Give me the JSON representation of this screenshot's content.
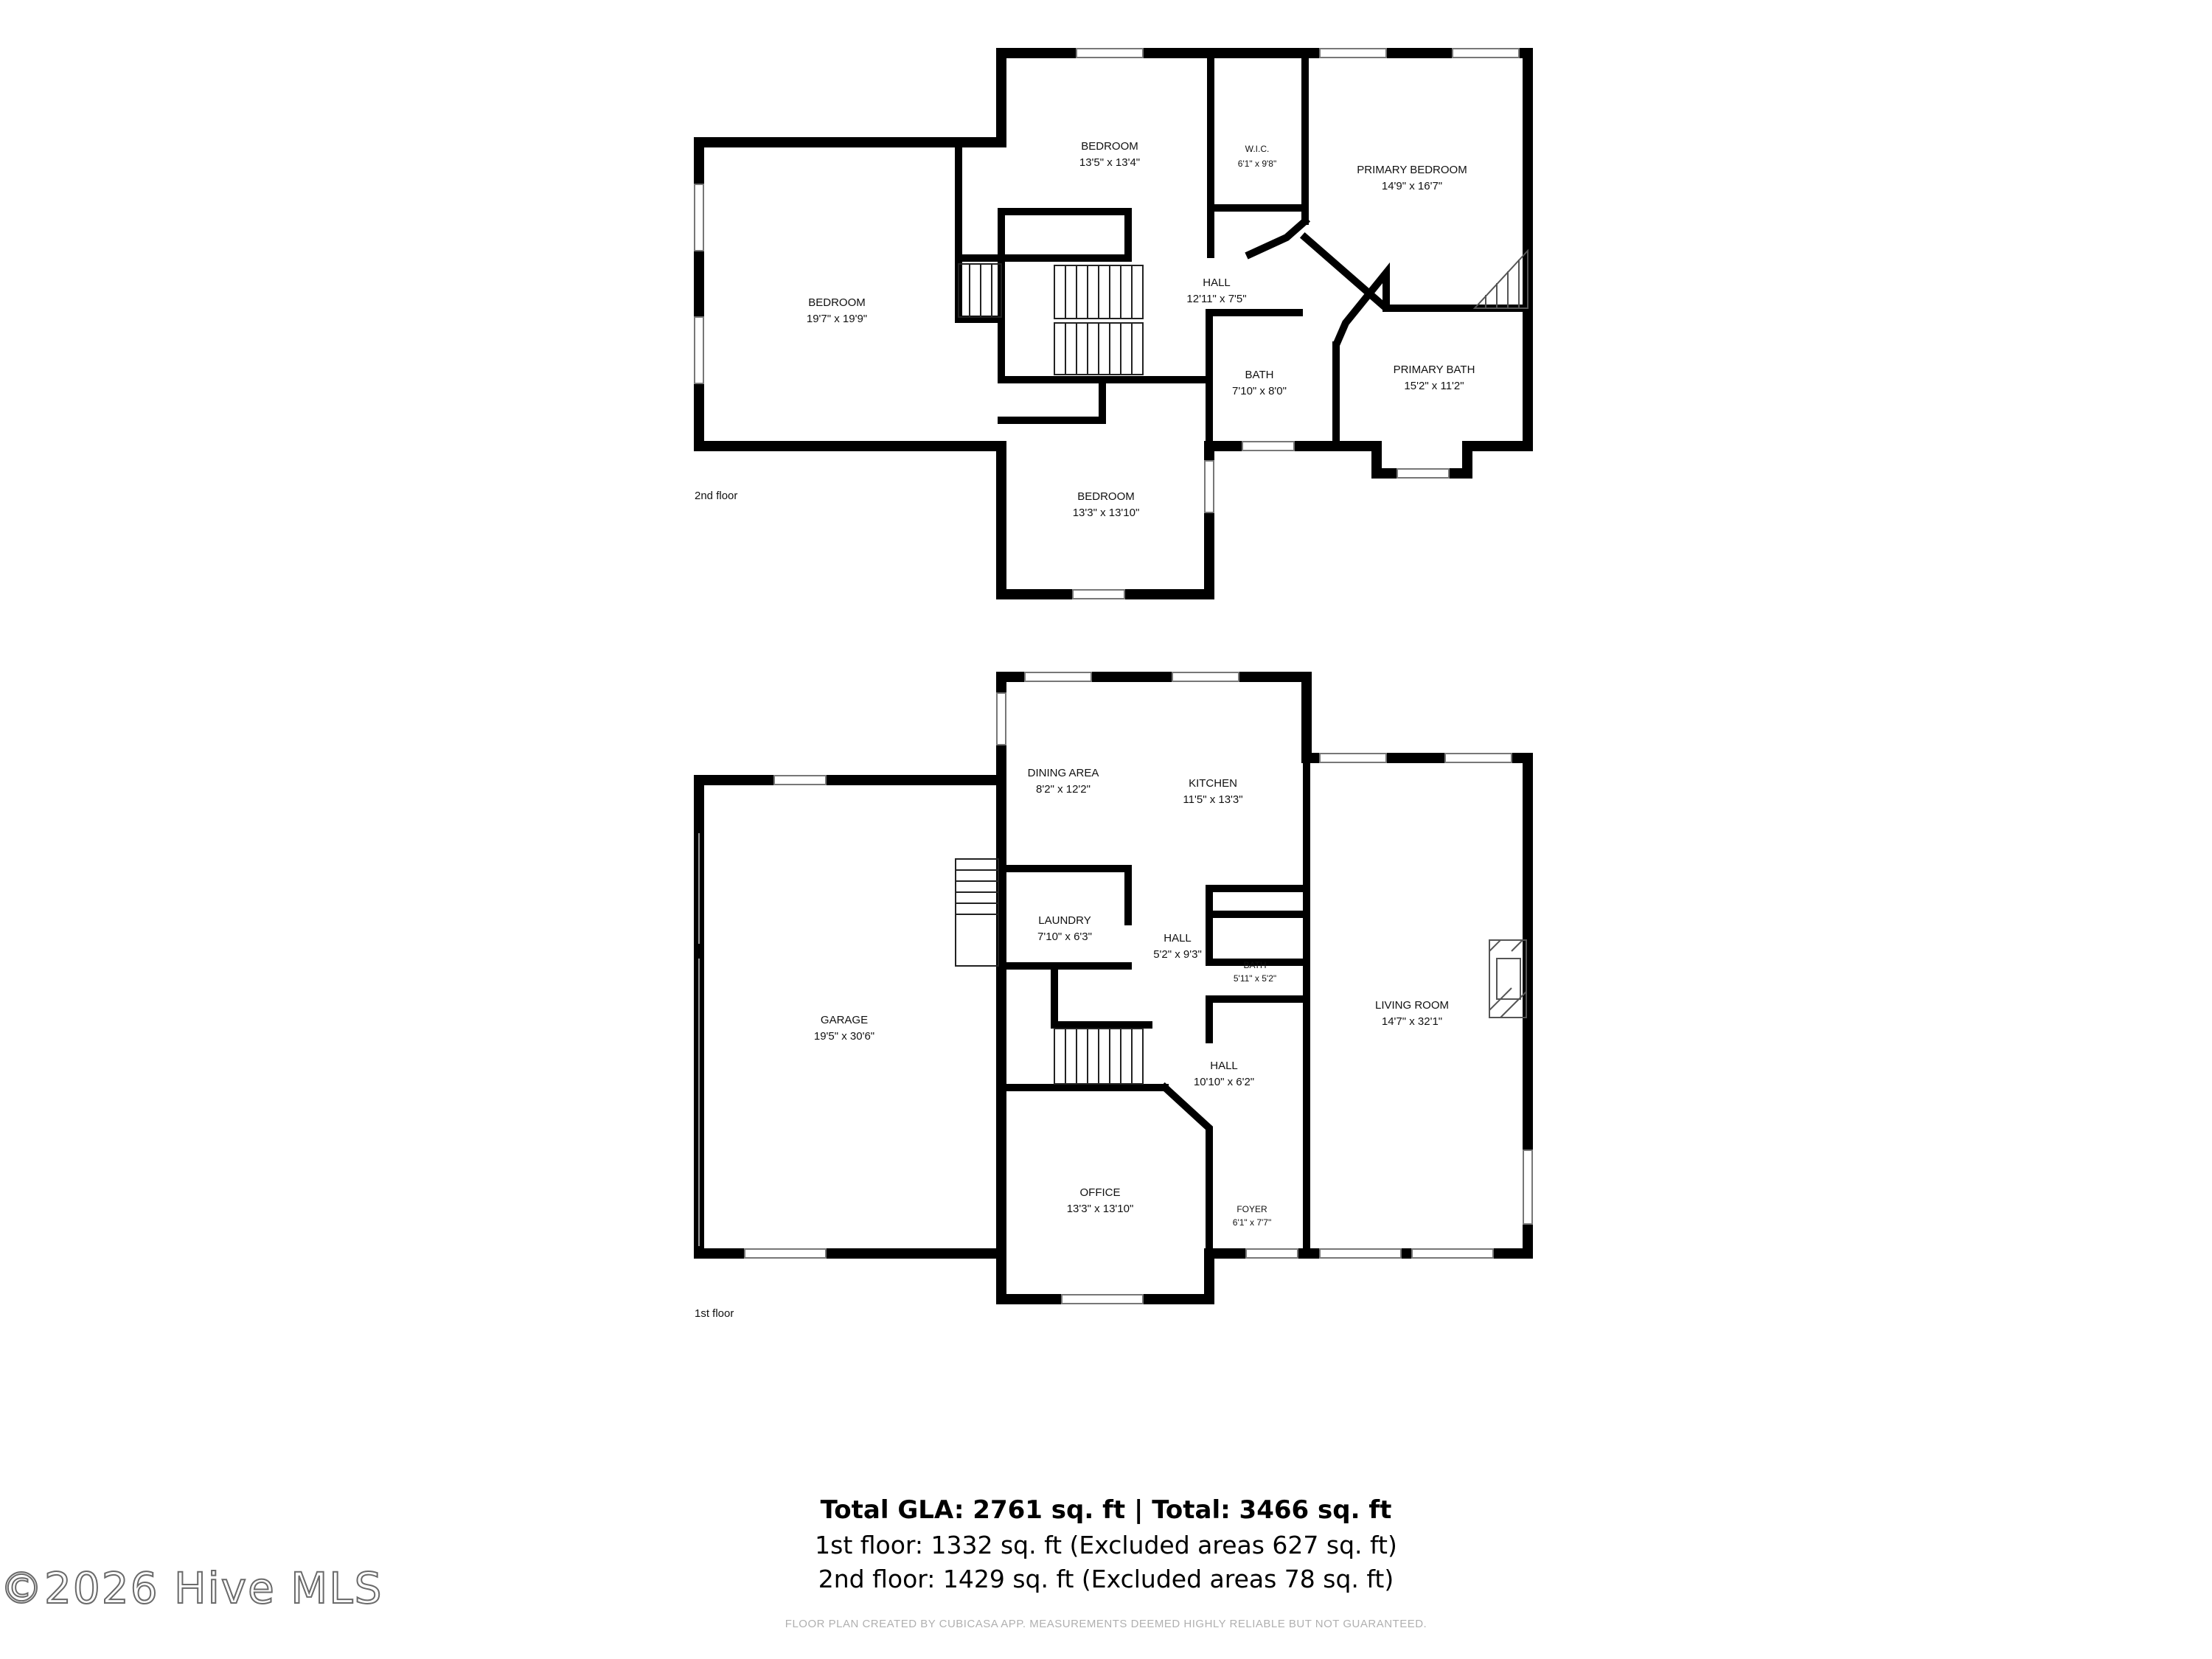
{
  "floors": [
    {
      "label": "2nd floor",
      "rooms": [
        {
          "id": "bedroom-3",
          "name": "BEDROOM",
          "dims": "13'5\" x 13'4\""
        },
        {
          "id": "bedroom-4",
          "name": "BEDROOM",
          "dims": "19'7\" x 19'9\""
        },
        {
          "id": "wic",
          "name": "W.I.C.",
          "dims": "6'1\" x 9'8\""
        },
        {
          "id": "primary-bedroom",
          "name": "PRIMARY BEDROOM",
          "dims": "14'9\" x 16'7\""
        },
        {
          "id": "hall-2",
          "name": "HALL",
          "dims": "12'11\" x 7'5\""
        },
        {
          "id": "bath-2",
          "name": "BATH",
          "dims": "7'10\" x 8'0\""
        },
        {
          "id": "primary-bath",
          "name": "PRIMARY BATH",
          "dims": "15'2\" x 11'2\""
        },
        {
          "id": "bedroom-2",
          "name": "BEDROOM",
          "dims": "13'3\" x 13'10\""
        }
      ]
    },
    {
      "label": "1st floor",
      "rooms": [
        {
          "id": "dining",
          "name": "DINING AREA",
          "dims": "8'2\" x 12'2\""
        },
        {
          "id": "kitchen",
          "name": "KITCHEN",
          "dims": "11'5\" x 13'3\""
        },
        {
          "id": "laundry",
          "name": "LAUNDRY",
          "dims": "7'10\" x 6'3\""
        },
        {
          "id": "hall-1a",
          "name": "HALL",
          "dims": "5'2\" x 9'3\""
        },
        {
          "id": "bath-1",
          "name": "BATH",
          "dims": "5'11\" x 5'2\""
        },
        {
          "id": "garage",
          "name": "GARAGE",
          "dims": "19'5\" x 30'6\""
        },
        {
          "id": "living",
          "name": "LIVING ROOM",
          "dims": "14'7\" x 32'1\""
        },
        {
          "id": "hall-1b",
          "name": "HALL",
          "dims": "10'10\" x 6'2\""
        },
        {
          "id": "office",
          "name": "OFFICE",
          "dims": "13'3\" x 13'10\""
        },
        {
          "id": "foyer",
          "name": "FOYER",
          "dims": "6'1\" x 7'7\""
        }
      ]
    }
  ],
  "summary": {
    "total": "Total GLA: 2761 sq. ft | Total: 3466 sq. ft",
    "first_floor": "1st floor: 1332 sq. ft (Excluded areas 627 sq. ft)",
    "second_floor": "2nd floor: 1429 sq. ft (Excluded areas 78 sq. ft)"
  },
  "disclaimer": "FLOOR PLAN CREATED BY CUBICASA APP. MEASUREMENTS DEEMED HIGHLY RELIABLE BUT NOT GUARANTEED.",
  "watermark": "©2026 Hive MLS"
}
